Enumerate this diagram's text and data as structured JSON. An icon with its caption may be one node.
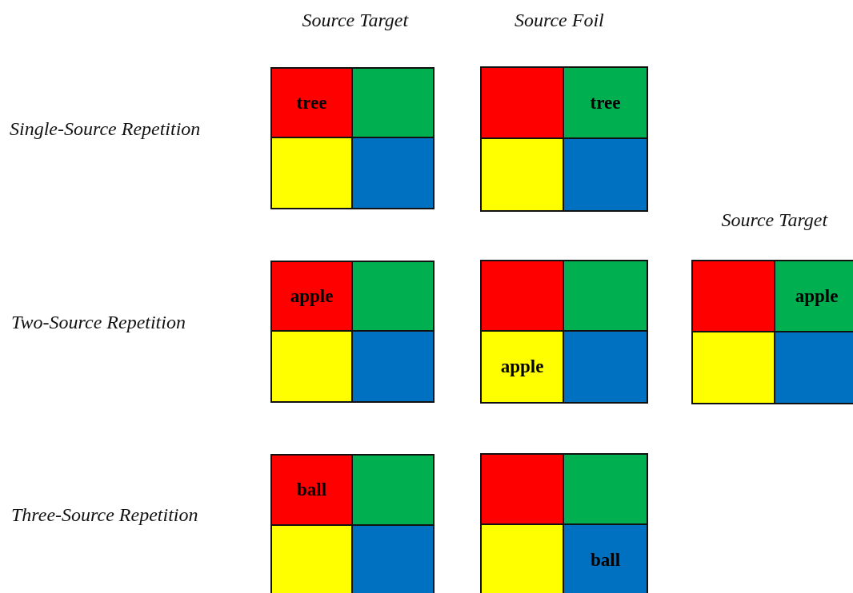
{
  "diagram": {
    "nodes": [
      {
        "text": [],
        "shape": "box"
      },
      {
        "text": [
          "tree"
        ],
        "in": 0
      },
      {
        "text": [],
        "shape": "box",
        "in": 0
      },
      {
        "text": [],
        "shape": "box",
        "in": 0
      },
      {
        "text": [],
        "shape": "box",
        "in": 0
      },
      {
        "text": [],
        "shape": "box"
      },
      {
        "text": [],
        "shape": "box",
        "in": 5
      },
      {
        "text": [
          "tree"
        ],
        "in": 5
      },
      {
        "text": [],
        "shape": "box",
        "in": 5
      },
      {
        "text": [],
        "shape": "box",
        "in": 5
      },
      {
        "text": [],
        "shape": "box"
      },
      {
        "text": [
          "apple"
        ],
        "in": 10
      },
      {
        "text": [],
        "shape": "box",
        "in": 10
      },
      {
        "text": [],
        "shape": "box",
        "in": 10
      },
      {
        "text": [],
        "shape": "box",
        "in": 10
      },
      {
        "text": [],
        "shape": "box"
      },
      {
        "text": [],
        "shape": "box",
        "in": 15
      },
      {
        "text": [],
        "shape": "box",
        "in": 15
      },
      {
        "text": [
          "apple"
        ],
        "in": 15
      },
      {
        "text": [],
        "shape": "box",
        "in": 15
      },
      {
        "text": [],
        "shape": "box"
      },
      {
        "text": [],
        "shape": "box",
        "in": 20
      },
      {
        "text": [
          "apple"
        ],
        "in": 20
      },
      {
        "text": [],
        "shape": "box",
        "in": 20
      },
      {
        "text": [],
        "shape": "box",
        "in": 20
      },
      {
        "text": [],
        "shape": "box"
      },
      {
        "text": [
          "ball"
        ],
        "in": 25
      },
      {
        "text": [],
        "shape": "box",
        "in": 25
      },
      {
        "text": [],
        "shape": "box",
        "in": 25
      },
      {
        "text": [],
        "shape": "box",
        "in": 25
      },
      {
        "text": [],
        "shape": "box"
      },
      {
        "text": [],
        "shape": "box",
        "in": 30
      },
      {
        "text": [],
        "shape": "box",
        "in": 30
      },
      {
        "text": [],
        "shape": "box",
        "in": 30
      },
      {
        "text": [
          "ball"
        ],
        "in": 30
      }
    ],
    "edges": [],
    "labels": [
      "Source Target",
      "Source Foil",
      "Single-Source Repetition",
      "Source Target",
      "Two-Source Repetition",
      "Three-Source Repetition"
    ]
  }
}
